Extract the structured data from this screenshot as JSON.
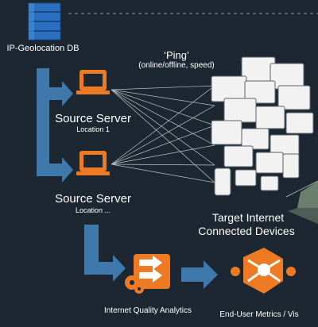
{
  "diagram": {
    "db_label": "IP-Geolocation DB",
    "ping_title": "‘Ping’",
    "ping_subtitle": "(online/offline, speed)",
    "source1_title": "Source Server",
    "source1_location": "Location 1",
    "source2_title": "Source Server",
    "source2_location": "Location ...",
    "target_line1": "Target Internet",
    "target_line2": "Connected Devices",
    "analytics_label": "Internet Quality Analytics",
    "metrics_label": "End-User Metrics / Vis"
  },
  "icons": {
    "database": "database-icon",
    "server": "laptop-server-icon",
    "devices": "device-cluster-icon",
    "analytics": "analytics-gear-icon",
    "metrics": "hub-metrics-icon"
  },
  "colors": {
    "background": "#1d2731",
    "arrow_blue": "#3f78ab",
    "server_orange": "#ef7a24",
    "db_blue": "#2b6fc1",
    "device_white": "#f2f2f2"
  }
}
